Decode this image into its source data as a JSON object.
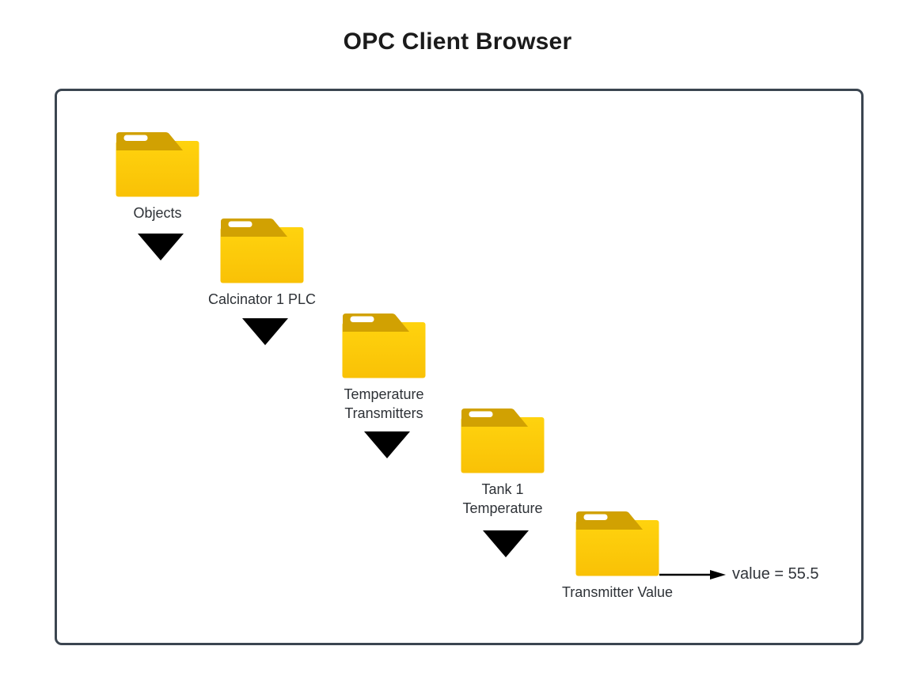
{
  "title": "OPC Client Browser",
  "panel": {
    "border_color": "#3b4550",
    "background": "#ffffff"
  },
  "colors": {
    "folder_tab": "#D1A102",
    "folder_body_top": "#FFD30E",
    "folder_body_bottom": "#F9C106",
    "folder_slot": "#ffffff",
    "expand_triangle": "#000000",
    "arrow": "#000000",
    "label_text": "#2e3237",
    "title_text": "#1b1b1b"
  },
  "icons": {
    "folder": "folder-icon",
    "expand": "expand-triangle-icon",
    "value_arrow": "right-arrow-icon"
  },
  "nodes": [
    {
      "name": "objects",
      "label_line1": "Objects",
      "label_line2": "",
      "has_expand_arrow": true
    },
    {
      "name": "calcinator-1-plc",
      "label_line1": "Calcinator 1 PLC",
      "label_line2": "",
      "has_expand_arrow": true
    },
    {
      "name": "temperature-transmitters",
      "label_line1": "Temperature",
      "label_line2": "Transmitters",
      "has_expand_arrow": true
    },
    {
      "name": "tank-1-temperature",
      "label_line1": "Tank 1",
      "label_line2": "Temperature",
      "has_expand_arrow": true
    },
    {
      "name": "transmitter-value",
      "label_line1": "Transmitter Value",
      "label_line2": "",
      "has_expand_arrow": false,
      "value_label": "value = 55.5"
    }
  ]
}
